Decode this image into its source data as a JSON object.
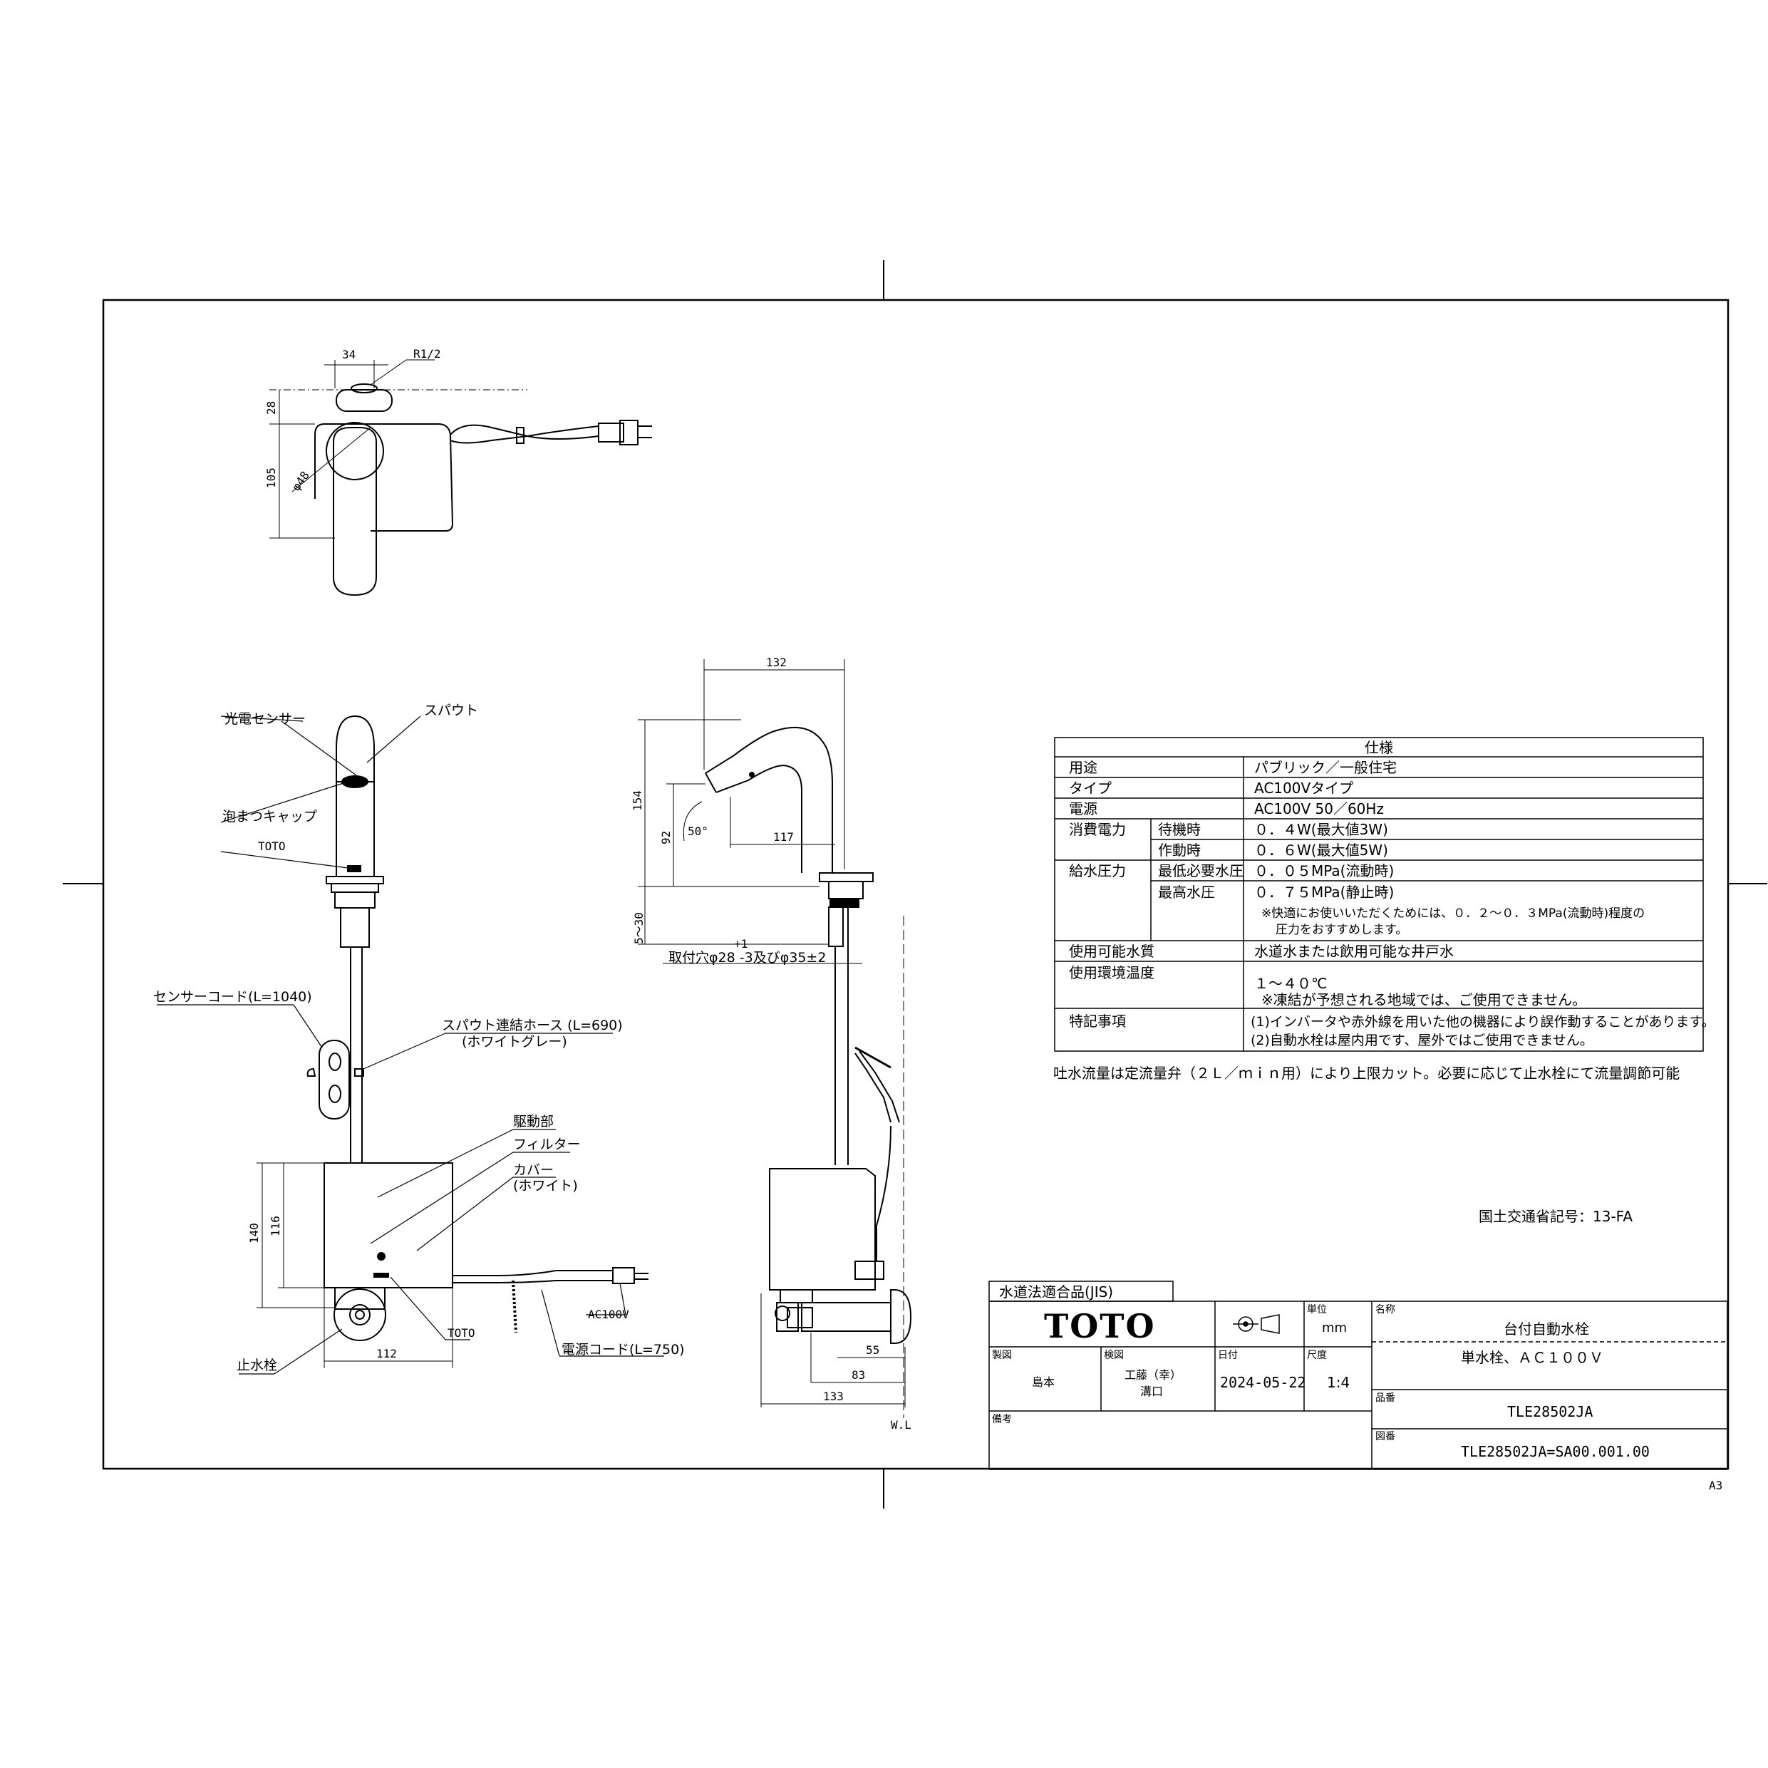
{
  "labels": {
    "sensor": "光電センサー",
    "spout": "スパウト",
    "aerator": "泡まつキャップ",
    "toto_mark": "TOTO",
    "sensor_cord": "センサーコード(L=1040)",
    "spout_hose": "スパウト連結ホース (L=690)",
    "spout_hose_color": "(ホワイトグレー)",
    "drive_unit": "駆動部",
    "filter": "フィルター",
    "cover": "カバー",
    "cover_color": "(ホワイト)",
    "stop_valve": "止水栓",
    "toto_mark2": "TOTO",
    "ac100v": "AC100V",
    "power_cord": "電源コード(L=750)",
    "mounting_hole": "取付穴φ28 -3及びφ35±2",
    "mounting_tol": "+1",
    "wl": "W.L",
    "mlit_code": "国土交通省記号：13-FA",
    "flow_note": "吐水流量は定流量弁（２Ｌ／ｍｉｎ用）により上限カット。必要に応じて止水栓にて流量調節可能",
    "sheet_size": "A3"
  },
  "dimensions": {
    "d34": "34",
    "r12": "R1/2",
    "d28": "28",
    "d105": "105",
    "phi48": "φ48",
    "d132": "132",
    "d154": "154",
    "d92": "92",
    "a50": "50°",
    "d117": "117",
    "d5_30": "5～30",
    "d140": "140",
    "d116": "116",
    "d112": "112",
    "d55": "55",
    "d83": "83",
    "d133": "133"
  },
  "spec": {
    "title": "仕様",
    "rows": [
      {
        "k": "用途",
        "v": "パブリック／一般住宅"
      },
      {
        "k": "タイプ",
        "v": "AC100Vタイプ"
      },
      {
        "k": "電源",
        "v": "AC100V 50／60Hz"
      }
    ],
    "power": {
      "k": "消費電力",
      "standby_k": "待機時",
      "standby_v": "０．４W(最大値3W)",
      "active_k": "作動時",
      "active_v": "０．６W(最大値5W)"
    },
    "pressure": {
      "k": "給水圧力",
      "min_k": "最低必要水圧",
      "min_v": "０．０５MPa(流動時)",
      "max_k": "最高水圧",
      "max_v": "０．７５MPa(静止時)",
      "note1": "※快適にお使いいただくためには、０．２～０．３MPa(流動時)程度の",
      "note2": "圧力をおすすめします。"
    },
    "water_k": "使用可能水質",
    "water_v": "水道水または飲用可能な井戸水",
    "temp_k": "使用環境温度",
    "temp_v": "１～４０℃",
    "temp_note": "※凍結が予想される地域では、ご使用できません。",
    "notes_k": "特記事項",
    "notes_1": "(1)インバータや赤外線を用いた他の機器により誤作動することがあります。",
    "notes_2": "(2)自動水栓は屋内用です、屋外ではご使用できません。"
  },
  "title_block": {
    "jis": "水道法適合品(JIS)",
    "brand": "TOTO",
    "unit_label": "単位",
    "unit": "mm",
    "name_label": "名称",
    "name1": "台付自動水栓",
    "name2": "単水栓、ＡＣ１００Ｖ",
    "drawn_label": "製図",
    "drawn": "島本",
    "checked_label": "検図",
    "checked1": "工藤（幸）",
    "checked2": "溝口",
    "date_label": "日付",
    "date": "2024-05-22",
    "scale_label": "尺度",
    "scale": "1:4",
    "item_label": "品番",
    "item": "TLE28502JA",
    "remarks_label": "備考",
    "drawing_label": "図番",
    "drawing": "TLE28502JA=SA00.001.00"
  }
}
